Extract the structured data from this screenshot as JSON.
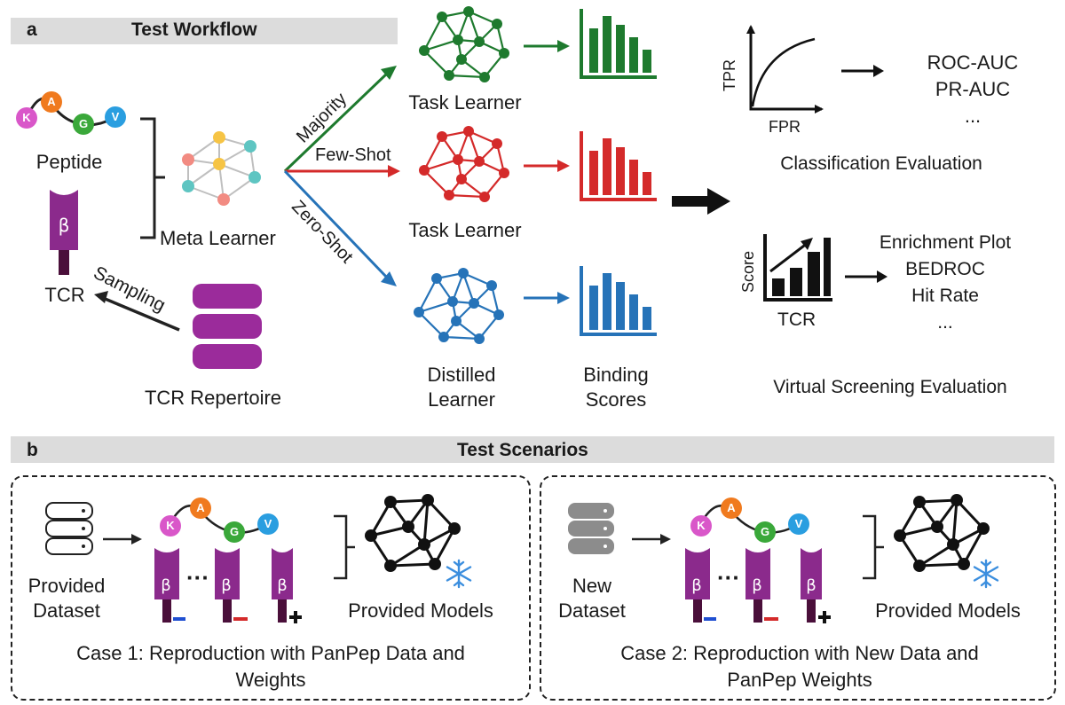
{
  "section_a": {
    "letter": "a",
    "title": "Test Workflow"
  },
  "section_b": {
    "letter": "b",
    "title": "Test Scenarios"
  },
  "inputs": {
    "peptide_label": "Peptide",
    "tcr_label": "TCR",
    "repertoire_label": "TCR Repertoire",
    "sampling_label": "Sampling",
    "amino_acids": [
      "K",
      "A",
      "G",
      "V"
    ],
    "beta_symbol": "β"
  },
  "meta_learner_label": "Meta Learner",
  "branches": {
    "majority": "Majority",
    "few_shot": "Few-Shot",
    "zero_shot": "Zero-Shot"
  },
  "learners": {
    "task_learner_top": "Task Learner",
    "task_learner_mid": "Task Learner",
    "distilled_line1": "Distilled",
    "distilled_line2": "Learner"
  },
  "binding_scores": {
    "line1": "Binding",
    "line2": "Scores"
  },
  "classification": {
    "ylabel": "TPR",
    "xlabel": "FPR",
    "metrics": [
      "ROC-AUC",
      "PR-AUC",
      "..."
    ],
    "title": "Classification Evaluation"
  },
  "virtual_screening": {
    "ylabel": "Score",
    "xlabel": "TCR",
    "metrics": [
      "Enrichment Plot",
      "BEDROC",
      "Hit Rate",
      "..."
    ],
    "title": "Virtual Screening Evaluation"
  },
  "case1": {
    "dataset_line1": "Provided",
    "dataset_line2": "Dataset",
    "dots": "···",
    "models_label": "Provided Models",
    "caption_line1": "Case 1: Reproduction with PanPep Data and",
    "caption_line2": "Weights"
  },
  "case2": {
    "dataset_line1": "New",
    "dataset_line2": "Dataset",
    "dots": "···",
    "models_label": "Provided Models",
    "caption_line1": "Case 2: Reproduction with New Data and",
    "caption_line2": "PanPep Weights"
  },
  "colors": {
    "green": "#1e7a2e",
    "red": "#d42a2a",
    "blue": "#2673b8",
    "purple": "#8b2a8c",
    "dark_purple": "#4a0f3a"
  }
}
